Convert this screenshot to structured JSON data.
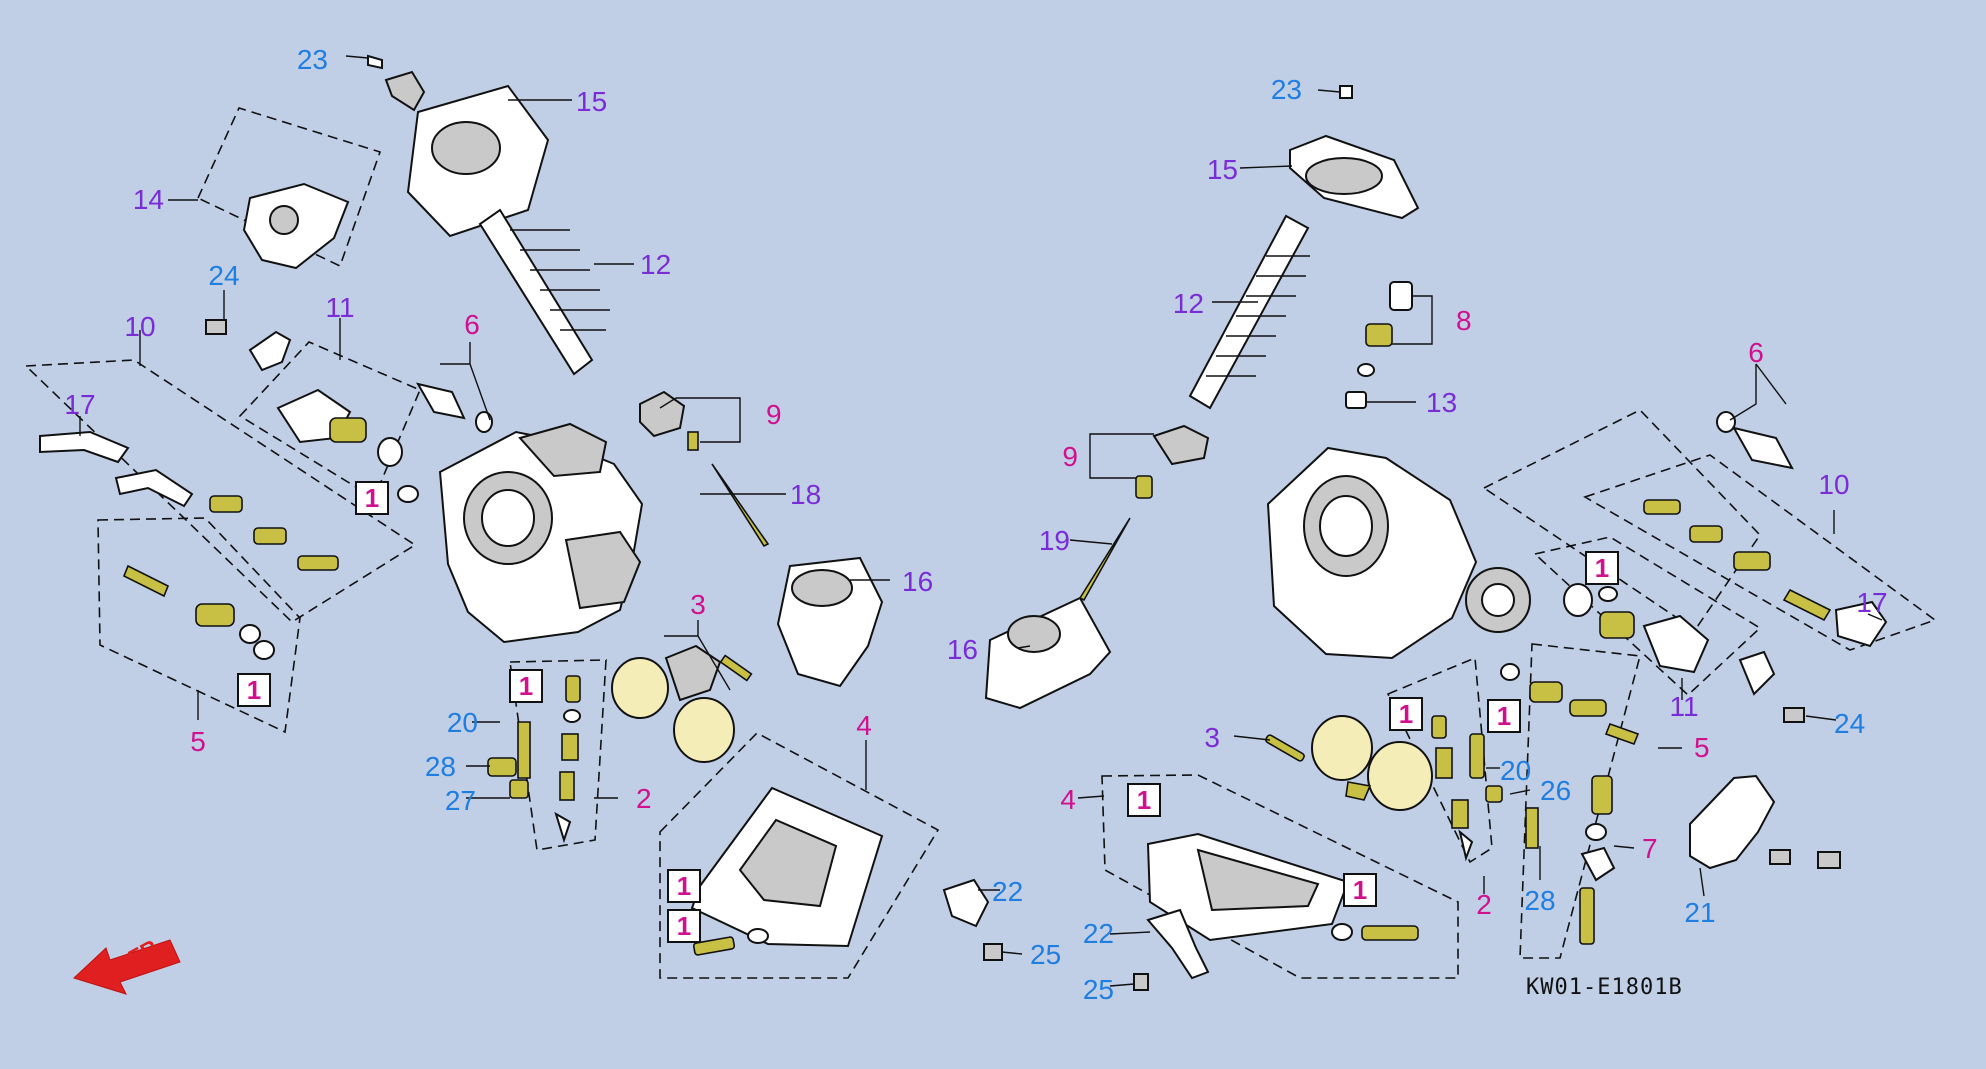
{
  "colors": {
    "background": "#c0cfe6",
    "purple": "#7a2cd6",
    "blue": "#1f7ee0",
    "magenta": "#d0108f",
    "arrow": "#e02020"
  },
  "diagram_code": "KW01-E1801B",
  "front_label": "FR.",
  "box_label": "1",
  "callouts": [
    {
      "id": "l-23",
      "text": "23",
      "color": "blue"
    },
    {
      "id": "l-15",
      "text": "15",
      "color": "purple"
    },
    {
      "id": "l-14",
      "text": "14",
      "color": "purple"
    },
    {
      "id": "l-12",
      "text": "12",
      "color": "purple"
    },
    {
      "id": "l-24",
      "text": "24",
      "color": "blue"
    },
    {
      "id": "l-11",
      "text": "11",
      "color": "purple"
    },
    {
      "id": "l-10",
      "text": "10",
      "color": "purple"
    },
    {
      "id": "l-6",
      "text": "6",
      "color": "magenta"
    },
    {
      "id": "l-17",
      "text": "17",
      "color": "purple"
    },
    {
      "id": "l-9",
      "text": "9",
      "color": "magenta"
    },
    {
      "id": "l-18",
      "text": "18",
      "color": "purple"
    },
    {
      "id": "l-16",
      "text": "16",
      "color": "purple"
    },
    {
      "id": "l-3",
      "text": "3",
      "color": "magenta"
    },
    {
      "id": "l-5",
      "text": "5",
      "color": "magenta"
    },
    {
      "id": "l-20",
      "text": "20",
      "color": "blue"
    },
    {
      "id": "l-28",
      "text": "28",
      "color": "blue"
    },
    {
      "id": "l-27",
      "text": "27",
      "color": "blue"
    },
    {
      "id": "l-2",
      "text": "2",
      "color": "magenta"
    },
    {
      "id": "l-4",
      "text": "4",
      "color": "magenta"
    },
    {
      "id": "l-22",
      "text": "22",
      "color": "blue"
    },
    {
      "id": "l-25",
      "text": "25",
      "color": "blue"
    },
    {
      "id": "r-23",
      "text": "23",
      "color": "blue"
    },
    {
      "id": "r-15",
      "text": "15",
      "color": "purple"
    },
    {
      "id": "r-12",
      "text": "12",
      "color": "purple"
    },
    {
      "id": "r-8",
      "text": "8",
      "color": "magenta"
    },
    {
      "id": "r-13",
      "text": "13",
      "color": "purple"
    },
    {
      "id": "r-6",
      "text": "6",
      "color": "magenta"
    },
    {
      "id": "r-9",
      "text": "9",
      "color": "magenta"
    },
    {
      "id": "r-10",
      "text": "10",
      "color": "purple"
    },
    {
      "id": "r-19",
      "text": "19",
      "color": "purple"
    },
    {
      "id": "r-17",
      "text": "17",
      "color": "purple"
    },
    {
      "id": "r-16",
      "text": "16",
      "color": "purple"
    },
    {
      "id": "r-11",
      "text": "11",
      "color": "purple"
    },
    {
      "id": "r-24",
      "text": "24",
      "color": "blue"
    },
    {
      "id": "r-5",
      "text": "5",
      "color": "magenta"
    },
    {
      "id": "r-3",
      "text": "3",
      "color": "purple"
    },
    {
      "id": "r-20",
      "text": "20",
      "color": "blue"
    },
    {
      "id": "r-26",
      "text": "26",
      "color": "blue"
    },
    {
      "id": "r-4",
      "text": "4",
      "color": "magenta"
    },
    {
      "id": "r-7",
      "text": "7",
      "color": "magenta"
    },
    {
      "id": "r-21",
      "text": "21",
      "color": "blue"
    },
    {
      "id": "r-28",
      "text": "28",
      "color": "blue"
    },
    {
      "id": "r-2",
      "text": "2",
      "color": "magenta"
    },
    {
      "id": "r-22",
      "text": "22",
      "color": "blue"
    },
    {
      "id": "r-25",
      "text": "25",
      "color": "blue"
    }
  ]
}
